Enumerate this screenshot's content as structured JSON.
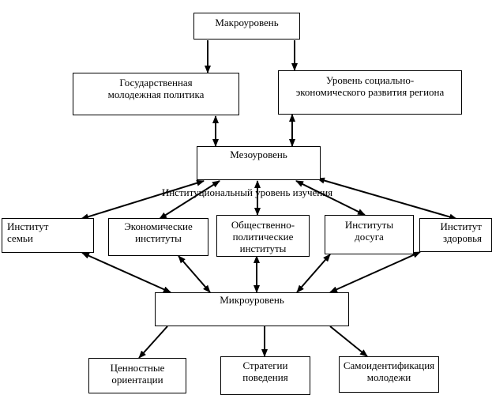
{
  "macro": {
    "label": "Макроуровень"
  },
  "state_policy": {
    "label": "Государственная\nмолодежная политика"
  },
  "regional_level": {
    "label": "Уровень социально-\nэкономического развития региона"
  },
  "meso": {
    "label": "Мезоуровень"
  },
  "institutional_label": "Институциональный уровень изучения",
  "institutions": {
    "family": {
      "label": "Институт\nсемьи"
    },
    "economic": {
      "label": "Экономические\nинституты"
    },
    "socio_political": {
      "label": "Общественно-\nполитические\nинституты"
    },
    "leisure": {
      "label": "Институты\nдосуга"
    },
    "health": {
      "label": "Институт\nздоровья"
    }
  },
  "micro": {
    "label": "Микроуровень"
  },
  "outcomes": {
    "values": {
      "label": "Ценностные\nориентации"
    },
    "strategies": {
      "label": "Стратегии\nповедения"
    },
    "self_identification": {
      "label": "Самоидентификация\nмолодежи"
    }
  }
}
